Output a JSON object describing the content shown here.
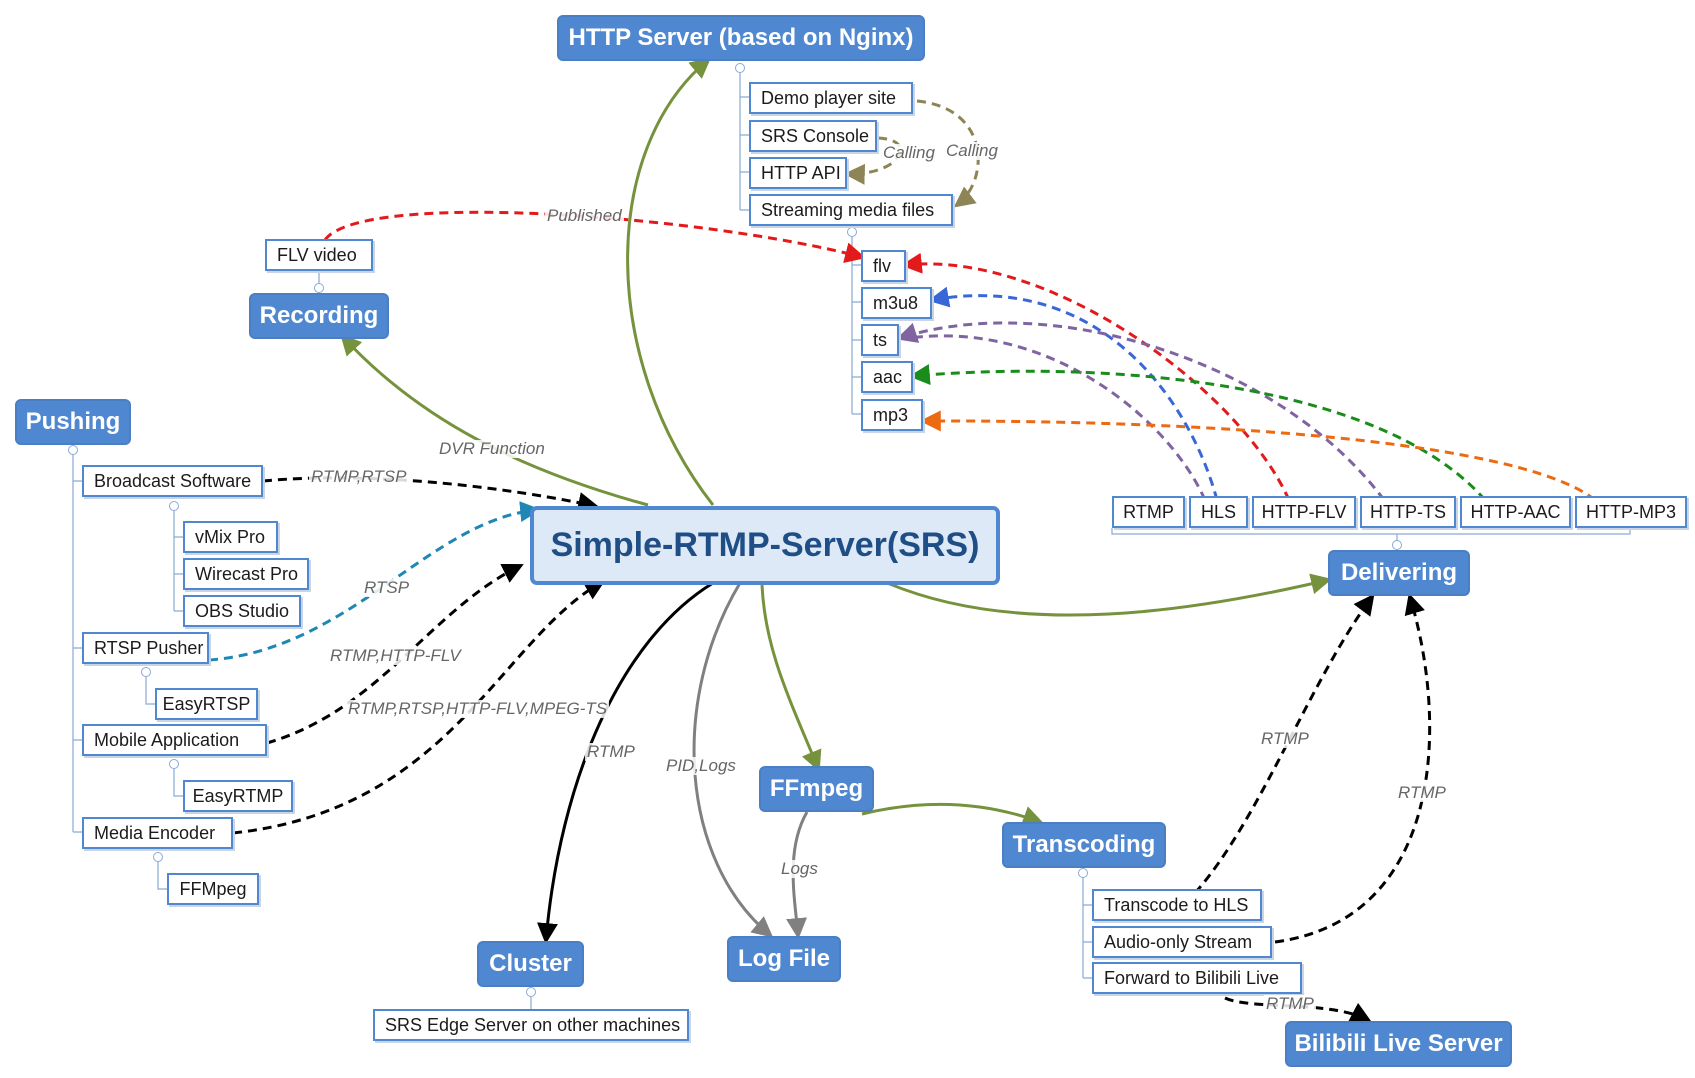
{
  "central": "Simple-RTMP-Server(SRS)",
  "topics": {
    "http_server": "HTTP Server (based on Nginx)",
    "recording": "Recording",
    "pushing": "Pushing",
    "delivering": "Delivering",
    "ffmpeg": "FFmpeg",
    "transcoding": "Transcoding",
    "cluster": "Cluster",
    "log_file": "Log File",
    "bilibili": "Bilibili Live Server"
  },
  "http_server_items": [
    "Demo player site",
    "SRS Console",
    "HTTP API",
    "Streaming media files"
  ],
  "media_files": [
    "flv",
    "m3u8",
    "ts",
    "aac",
    "mp3"
  ],
  "recording_items": [
    "FLV video"
  ],
  "pushing_items": {
    "broadcast": "Broadcast Software",
    "broadcast_children": [
      "vMix Pro",
      "Wirecast Pro",
      "OBS Studio"
    ],
    "rtsp_pusher": "RTSP Pusher",
    "rtsp_child": "EasyRTSP",
    "mobile": "Mobile Application",
    "mobile_child": "EasyRTMP",
    "encoder": "Media Encoder",
    "encoder_child": "FFMpeg"
  },
  "protocols": [
    "RTMP",
    "HLS",
    "HTTP-FLV",
    "HTTP-TS",
    "HTTP-AAC",
    "HTTP-MP3"
  ],
  "transcoding_items": [
    "Transcode to HLS",
    "Audio-only Stream",
    "Forward to Bilibili Live"
  ],
  "cluster_items": [
    "SRS Edge Server on other machines"
  ],
  "edge_labels": {
    "calling_1": "Calling",
    "calling_2": "Calling",
    "published": "Published",
    "dvr": "DVR Function",
    "rtmp_rtsp": "RTMP,RTSP",
    "rtsp": "RTSP",
    "rtmp_httpflv": "RTMP,HTTP-FLV",
    "rtmp_rtsp_flv_ts": "RTMP,RTSP,HTTP-FLV,MPEG-TS",
    "rtmp_cluster": "RTMP",
    "pid_logs": "PID,Logs",
    "logs": "Logs",
    "rtmp_hls": "RTMP",
    "rtmp_audio": "RTMP",
    "rtmp_bilibili": "RTMP"
  },
  "colors": {
    "topic_fill": "#4f88d1",
    "central_fill": "#dde9f6",
    "olive_edge": "#76923c",
    "red": "#e31a1c",
    "blue": "#3a67d8",
    "purple": "#8064a2",
    "green": "#1a8c1a",
    "orange": "#ec6a12",
    "teal": "#1f87b4",
    "brownish": "#8d8556"
  }
}
